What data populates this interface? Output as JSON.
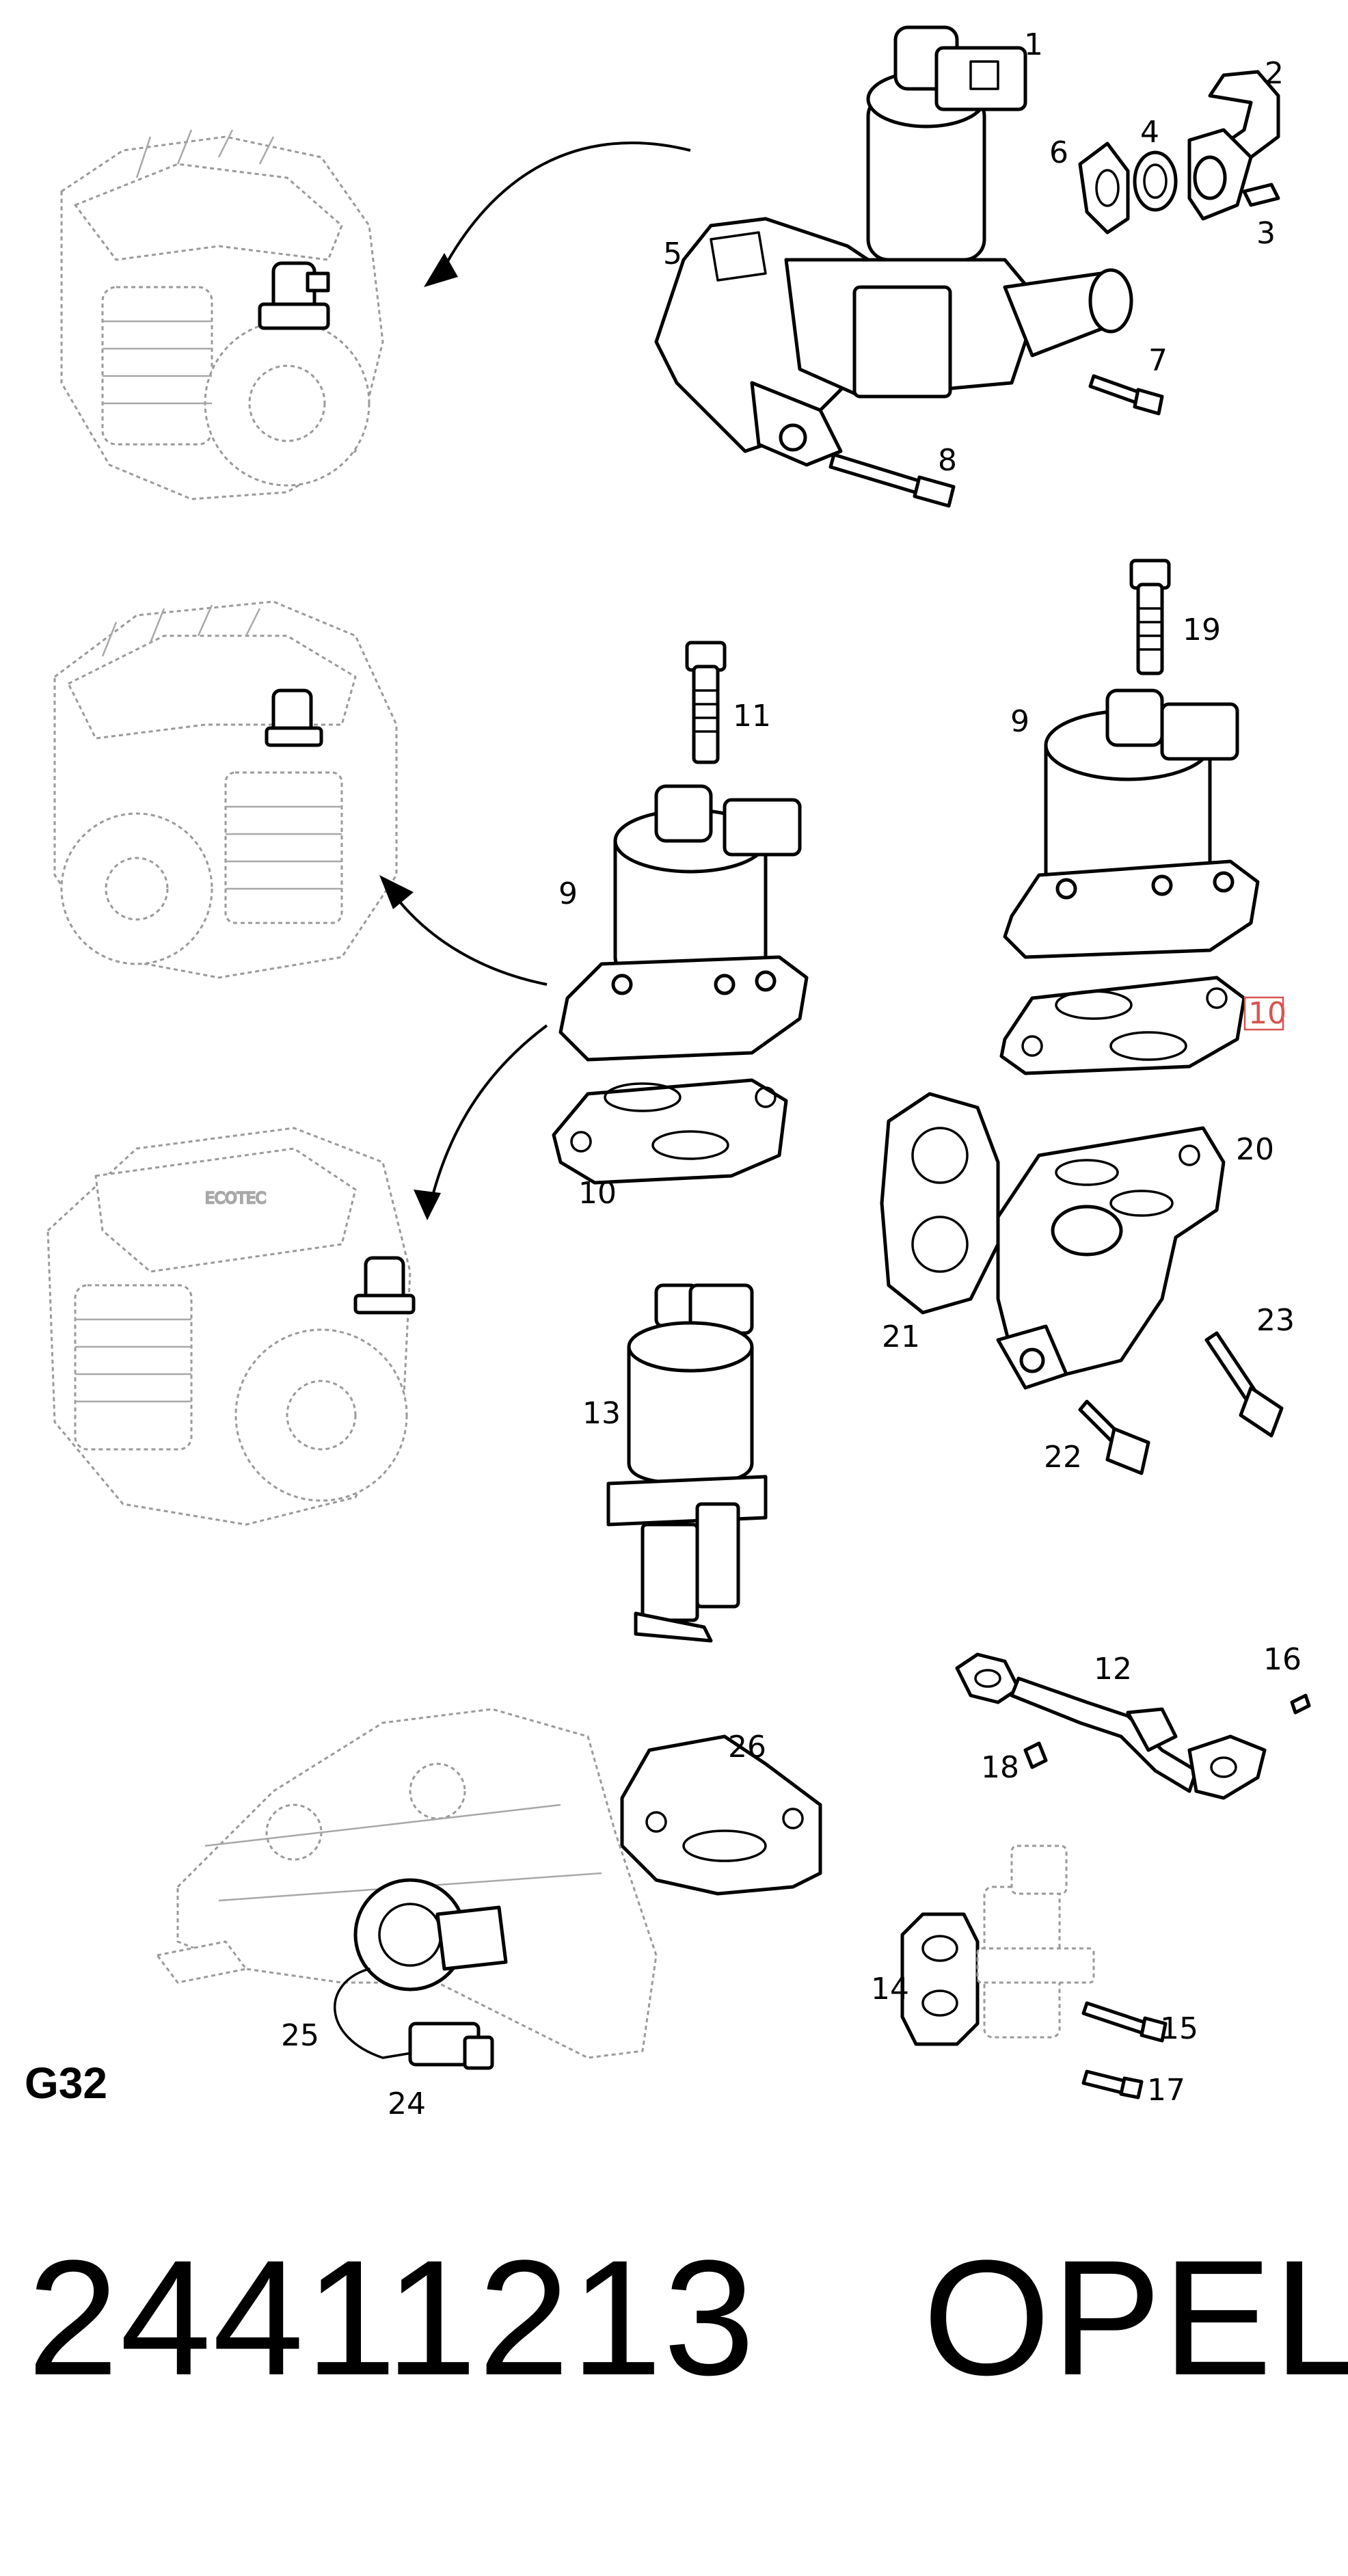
{
  "page_code": "G32",
  "part_number": "24411213",
  "brand": "OPEL",
  "highlighted_callout": "10",
  "callouts": {
    "c1": "1",
    "c2": "2",
    "c3": "3",
    "c4": "4",
    "c5": "5",
    "c6": "6",
    "c7": "7",
    "c8": "8",
    "c9a": "9",
    "c9b": "9",
    "c10a": "10",
    "c10b": "10",
    "c11": "11",
    "c12": "12",
    "c13": "13",
    "c14": "14",
    "c15": "15",
    "c16": "16",
    "c17": "17",
    "c18": "18",
    "c19": "19",
    "c20": "20",
    "c21": "21",
    "c22": "22",
    "c23": "23",
    "c24": "24",
    "c25": "25",
    "c26": "26"
  },
  "engine_logo_text": "ECOTEC",
  "colors": {
    "ink": "#000000",
    "ghost": "#9a9a9a",
    "highlight": "#d9534f",
    "background": "#ffffff"
  }
}
